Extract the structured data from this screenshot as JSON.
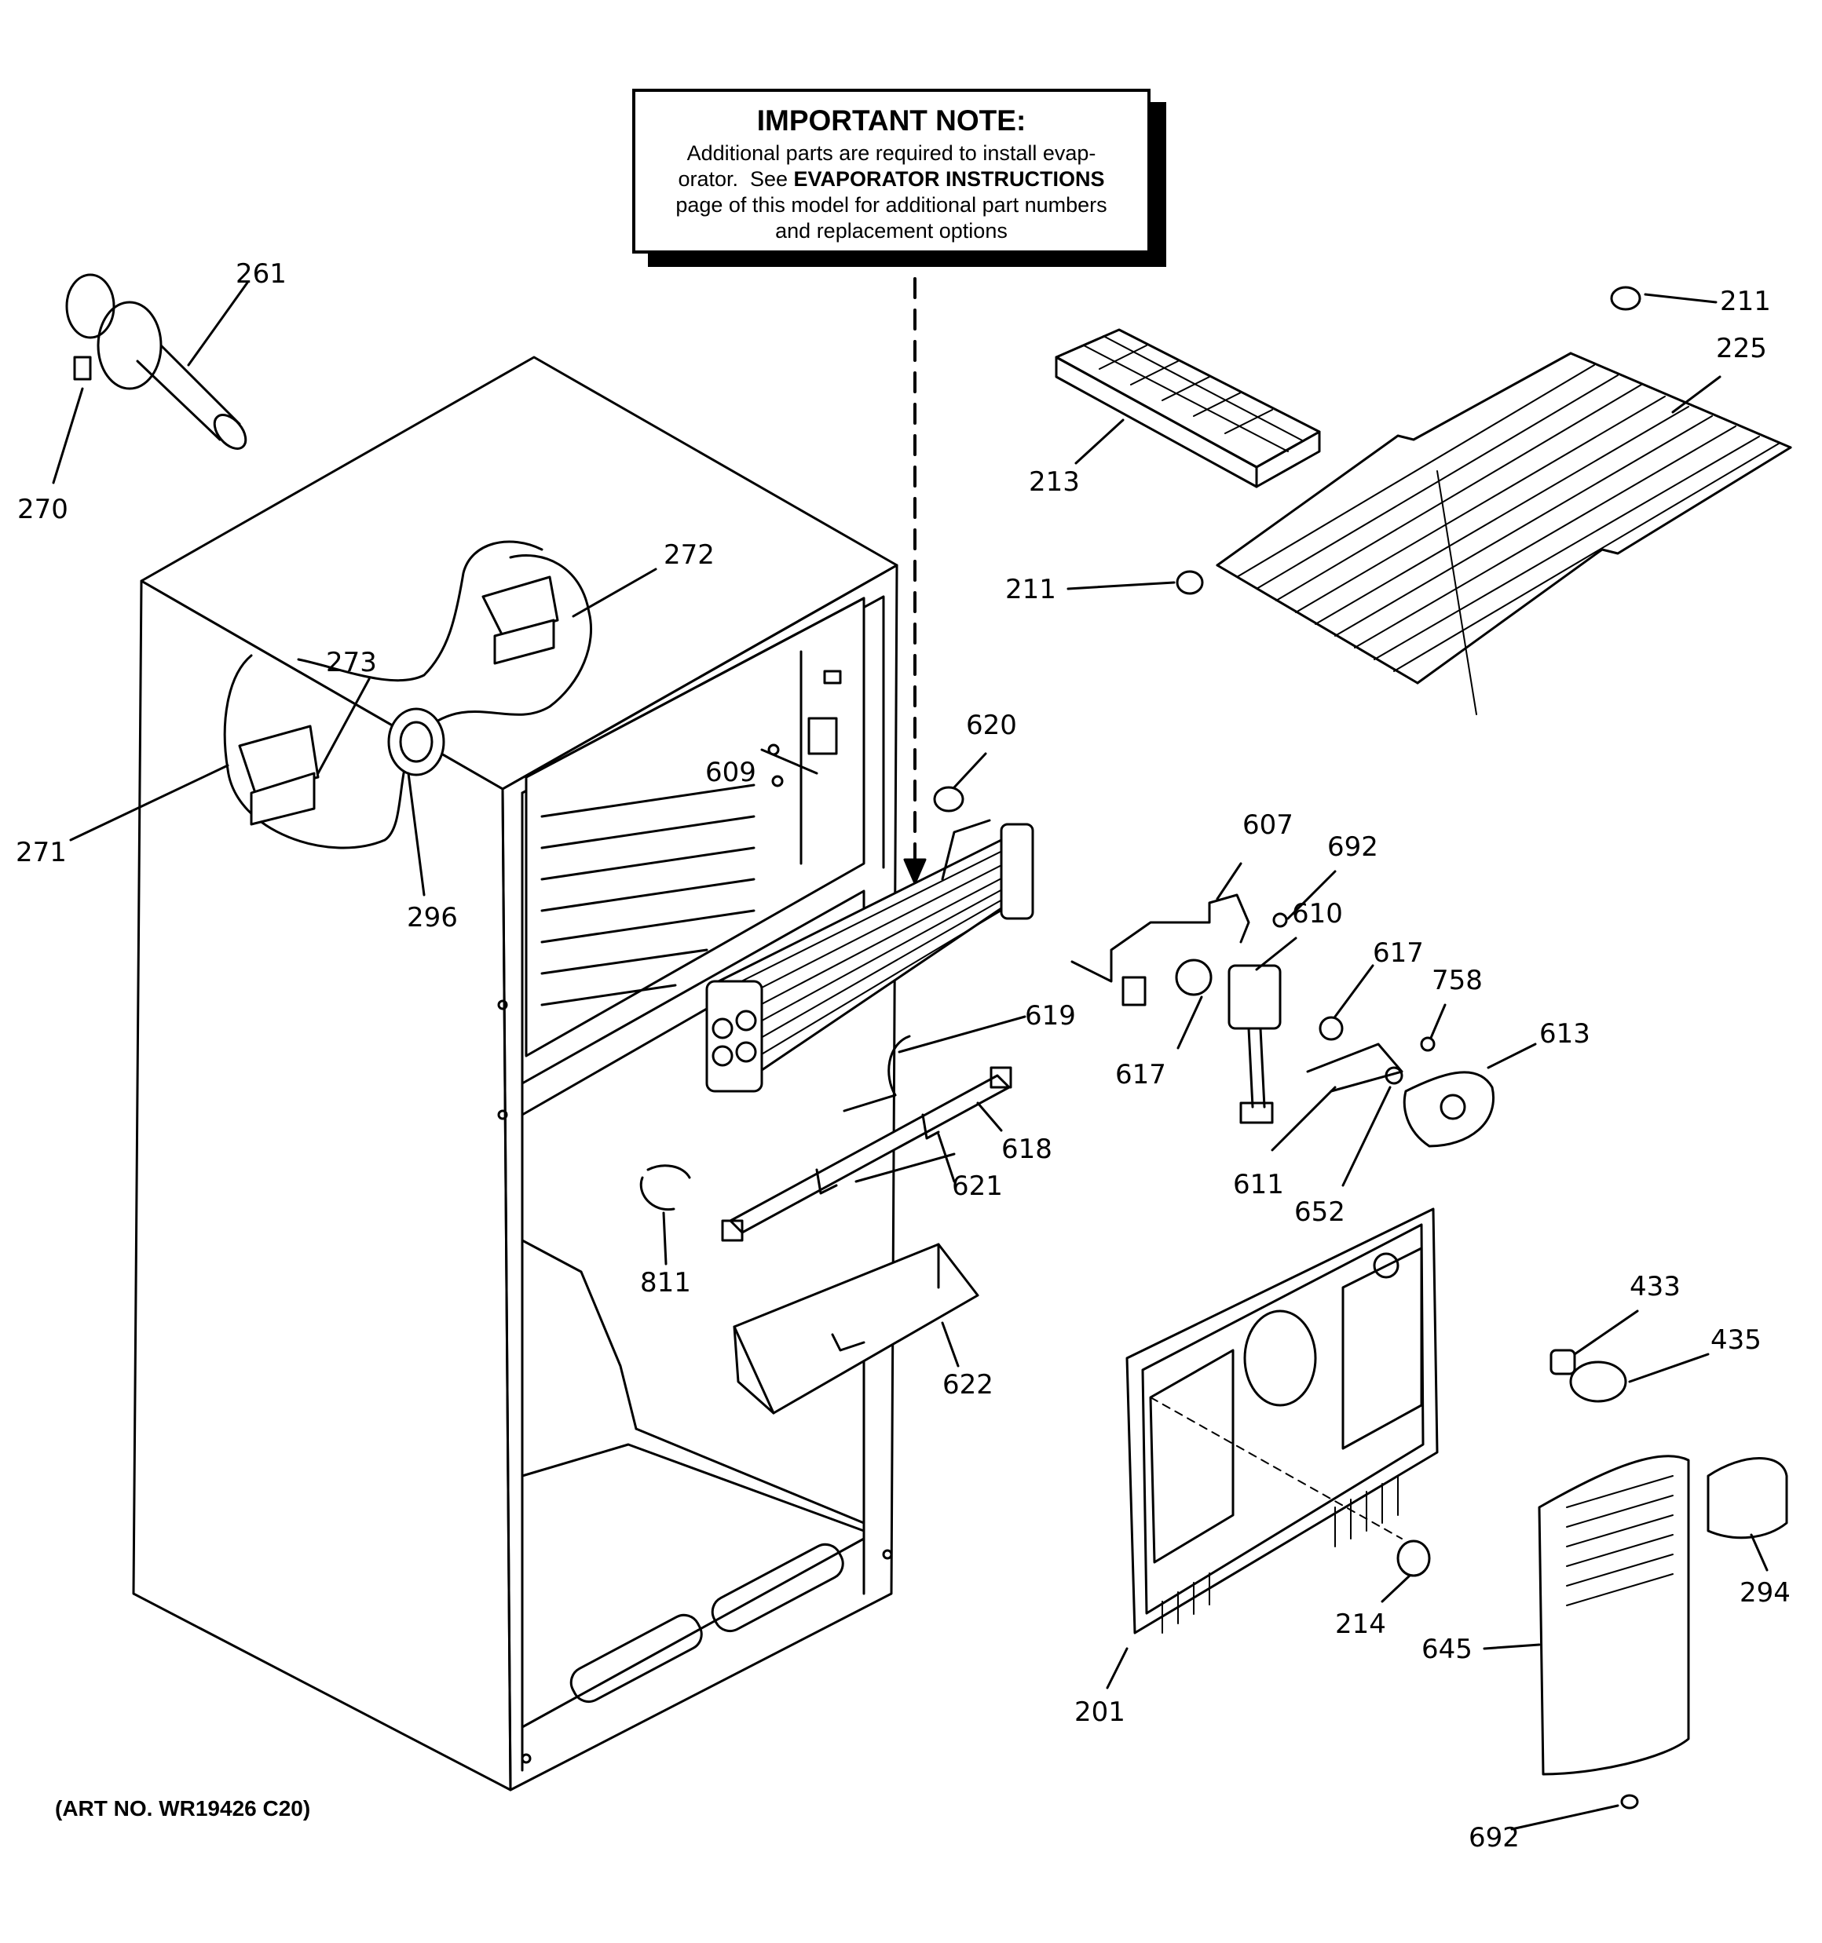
{
  "note": {
    "title": "IMPORTANT NOTE:",
    "line1": "Additional parts are required to install evap-",
    "line2_pre": "orator.  See ",
    "line2_bold": "EVAPORATOR INSTRUCTIONS",
    "line3": "page of this model for additional part numbers",
    "line4": "and replacement options"
  },
  "art_number": "(ART NO. WR19426 C20)",
  "callouts": {
    "c261": "261",
    "c270": "270",
    "c272": "272",
    "c273": "273",
    "c271": "271",
    "c296": "296",
    "c211a": "211",
    "c225": "225",
    "c213": "213",
    "c211b": "211",
    "c620": "620",
    "c609": "609",
    "c607": "607",
    "c692a": "692",
    "c610": "610",
    "c617a": "617",
    "c758": "758",
    "c613": "613",
    "c617b": "617",
    "c611": "611",
    "c652": "652",
    "c619": "619",
    "c618": "618",
    "c621": "621",
    "c811": "811",
    "c622": "622",
    "c433": "433",
    "c435": "435",
    "c294": "294",
    "c214": "214",
    "c645": "645",
    "c201": "201",
    "c692b": "692"
  }
}
